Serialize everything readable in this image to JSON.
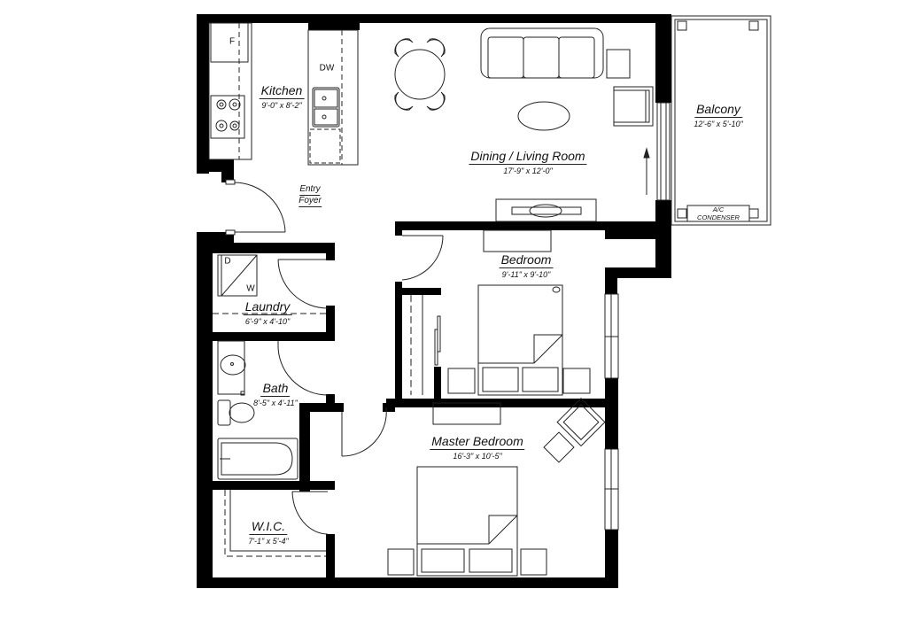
{
  "plan": {
    "rooms": [
      {
        "id": "kitchen",
        "name": "Kitchen",
        "dimensions": "9'-0\" x 8'-2\""
      },
      {
        "id": "dining_living",
        "name": "Dining / Living Room",
        "dimensions": "17'-9\" x 12'-0\""
      },
      {
        "id": "balcony",
        "name": "Balcony",
        "dimensions": "12'-6\" x 5'-10\""
      },
      {
        "id": "entry",
        "name": "Entry Foyer",
        "line1": "Entry",
        "line2": "Foyer"
      },
      {
        "id": "bedroom",
        "name": "Bedroom",
        "dimensions": "9'-11\" x 9'-10\""
      },
      {
        "id": "laundry",
        "name": "Laundry",
        "dimensions": "6'-9\" x 4'-10\""
      },
      {
        "id": "bath",
        "name": "Bath",
        "dimensions": "8'-5\" x 4'-11\""
      },
      {
        "id": "master_bedroom",
        "name": "Master Bedroom",
        "dimensions": "16'-3\" x 10'-5\""
      },
      {
        "id": "wic",
        "name": "W.I.C.",
        "dimensions": "7'-1\" x 5'-4\""
      }
    ],
    "appliances": {
      "fridge": "F",
      "dishwasher": "DW",
      "dryer": "D",
      "washer": "W",
      "ac_line1": "A/C",
      "ac_line2": "CONDENSER"
    },
    "colors": {
      "wall": "#000000",
      "line": "#222222",
      "background": "#ffffff"
    }
  }
}
